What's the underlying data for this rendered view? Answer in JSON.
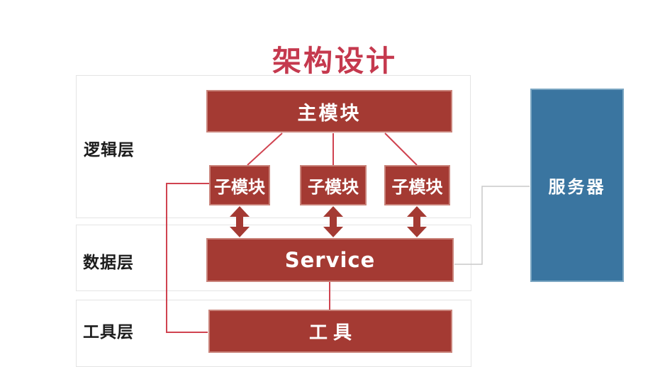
{
  "title": "架构设计",
  "layers": [
    {
      "label": "逻辑层"
    },
    {
      "label": "数据层"
    },
    {
      "label": "工具层"
    }
  ],
  "nodes": {
    "main_module": "主模块",
    "sub_module_1": "子模块",
    "sub_module_2": "子模块",
    "sub_module_3": "子模块",
    "service": "Service",
    "tool": "工具",
    "server": "服务器"
  },
  "colors": {
    "box_red": "#a43a33",
    "title_red": "#c5394e",
    "connector_red": "#d04350",
    "server_blue": "#3a75a0",
    "connector_gray": "#c9c9c9",
    "band_border": "#e4e4e4",
    "label_black": "#1c1c1c"
  }
}
